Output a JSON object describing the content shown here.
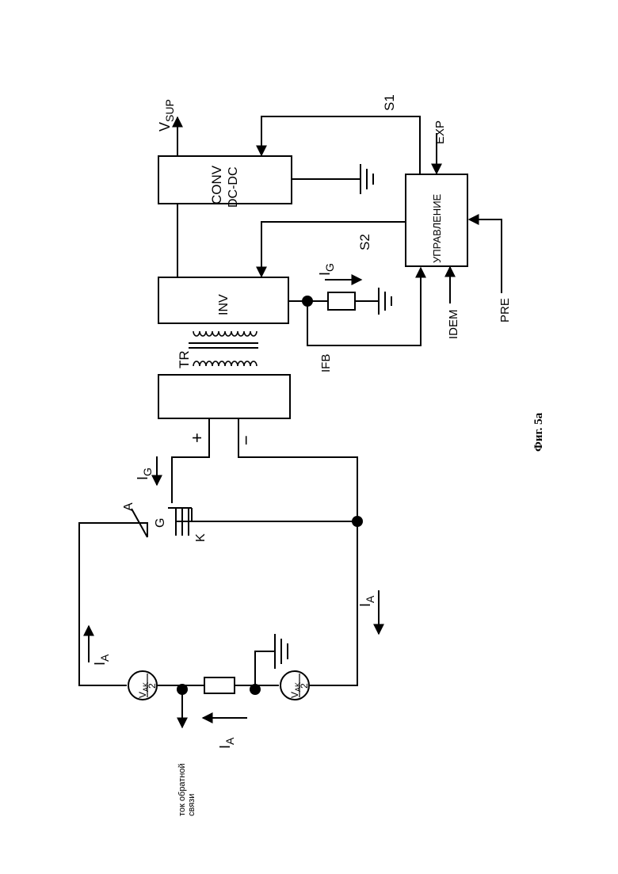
{
  "labels": {
    "vsup_main": "V",
    "vsup_sub": "SUP",
    "s1": "S1",
    "exp": "EXP",
    "conv_line1": "CONV",
    "conv_line2": "DC-DC",
    "control": "УПРАВЛЕНИЕ",
    "s2": "S2",
    "inv": "INV",
    "ig_inv_main": "I",
    "ig_inv_sub": "G",
    "tr": "TR",
    "ifb": "IFB",
    "idem": "IDEM",
    "pre": "PRE",
    "plus": "+",
    "minus": "−",
    "ig_gate_main": "I",
    "ig_gate_sub": "G",
    "thyristor_a": "A",
    "thyristor_g": "G",
    "thyristor_k": "K",
    "ia_right_main": "I",
    "ia_right_sub": "A",
    "ia_left_main": "I",
    "ia_left_sub": "A",
    "ia_bottom_main": "I",
    "ia_bottom_sub": "A",
    "vak_top_num": "V",
    "vak_top_sub": "AK",
    "vak_top_den": "2",
    "vak_bot_num": "V",
    "vak_bot_sub": "AK",
    "vak_bot_den": "2",
    "feedback_line1": "ток обратной",
    "feedback_line2": "связи",
    "figure_caption": "Фиг. 5а"
  }
}
